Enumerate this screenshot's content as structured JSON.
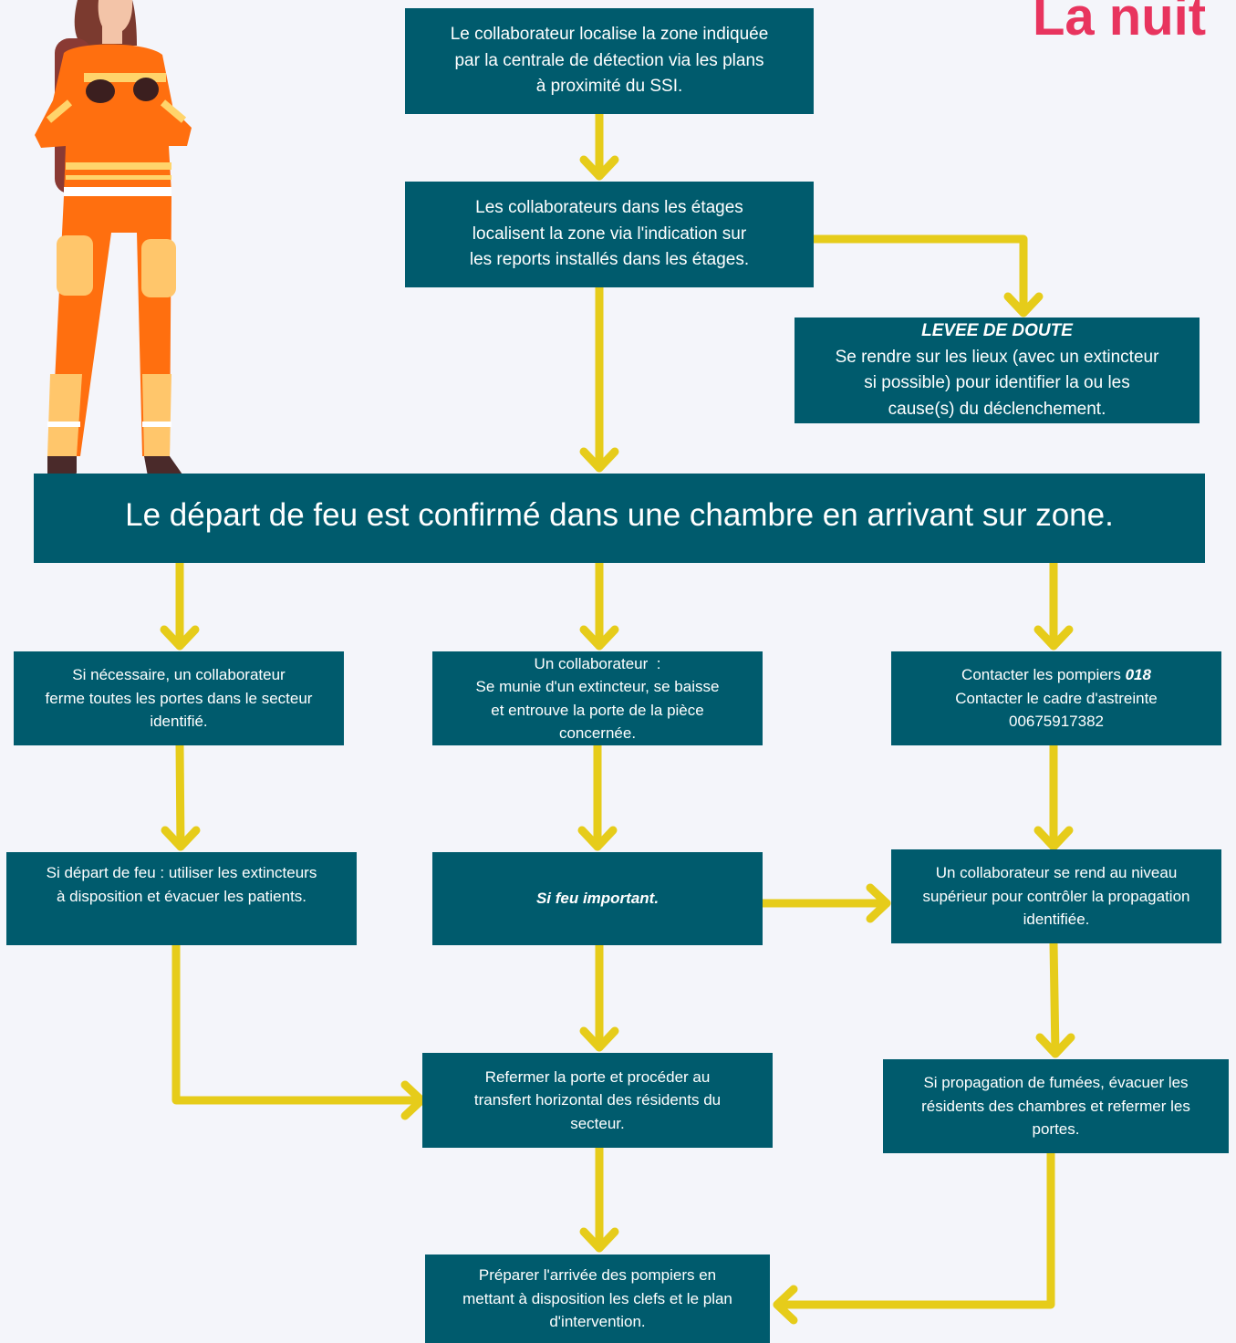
{
  "title": "La nuit",
  "colors": {
    "box": "#005b6d",
    "arrow": "#e6cc1a",
    "title": "#e8345e",
    "background": "#f4f5fa"
  },
  "illustration": "firefighter-illustration",
  "nodes": {
    "localise": {
      "lines": [
        "Le collaborateur localise la zone indiquée",
        "par la centrale de détection via les plans",
        "à proximité du SSI."
      ]
    },
    "etages": {
      "lines": [
        "Les collaborateurs dans les étages",
        "localisent la zone via l'indication sur",
        "les reports installés dans les étages."
      ]
    },
    "levee": {
      "heading": "LEVEE DE DOUTE",
      "lines": [
        "Se rendre sur les lieux (avec un extincteur",
        "si possible) pour identifier la ou les",
        "cause(s) du déclenchement."
      ]
    },
    "confirme": {
      "text": "Le départ de feu est confirmé dans une chambre en arrivant sur zone."
    },
    "portes": {
      "lines": [
        "Si nécessaire, un collaborateur",
        "ferme toutes les portes dans le secteur",
        "identifié."
      ]
    },
    "extincteur": {
      "lines": [
        "Un collaborateur  :",
        "Se munie d'un extincteur, se baisse",
        "et entrouve la porte de la pièce",
        "concernée."
      ]
    },
    "pompiers": {
      "line1": "Contacter les pompiers ",
      "line1_bold": "018",
      "line2": "Contacter le cadre d'astreinte",
      "line3": "00675917382"
    },
    "depart": {
      "lines": [
        "Si départ de feu : utiliser les extincteurs",
        "à disposition et évacuer les patients."
      ]
    },
    "important": {
      "text": "Si feu important."
    },
    "niveau": {
      "lines": [
        "Un collaborateur se rend au niveau",
        "supérieur pour contrôler la propagation",
        "identifiée."
      ]
    },
    "refermer": {
      "lines": [
        "Refermer la porte et procéder au",
        "transfert horizontal des résidents du",
        "secteur."
      ]
    },
    "fumees": {
      "lines": [
        "Si propagation de fumées, évacuer les",
        "résidents des chambres et refermer les",
        "portes."
      ]
    },
    "preparer": {
      "lines": [
        "Préparer l'arrivée des pompiers en",
        "mettant à disposition les clefs et le plan",
        "d'intervention."
      ]
    }
  }
}
